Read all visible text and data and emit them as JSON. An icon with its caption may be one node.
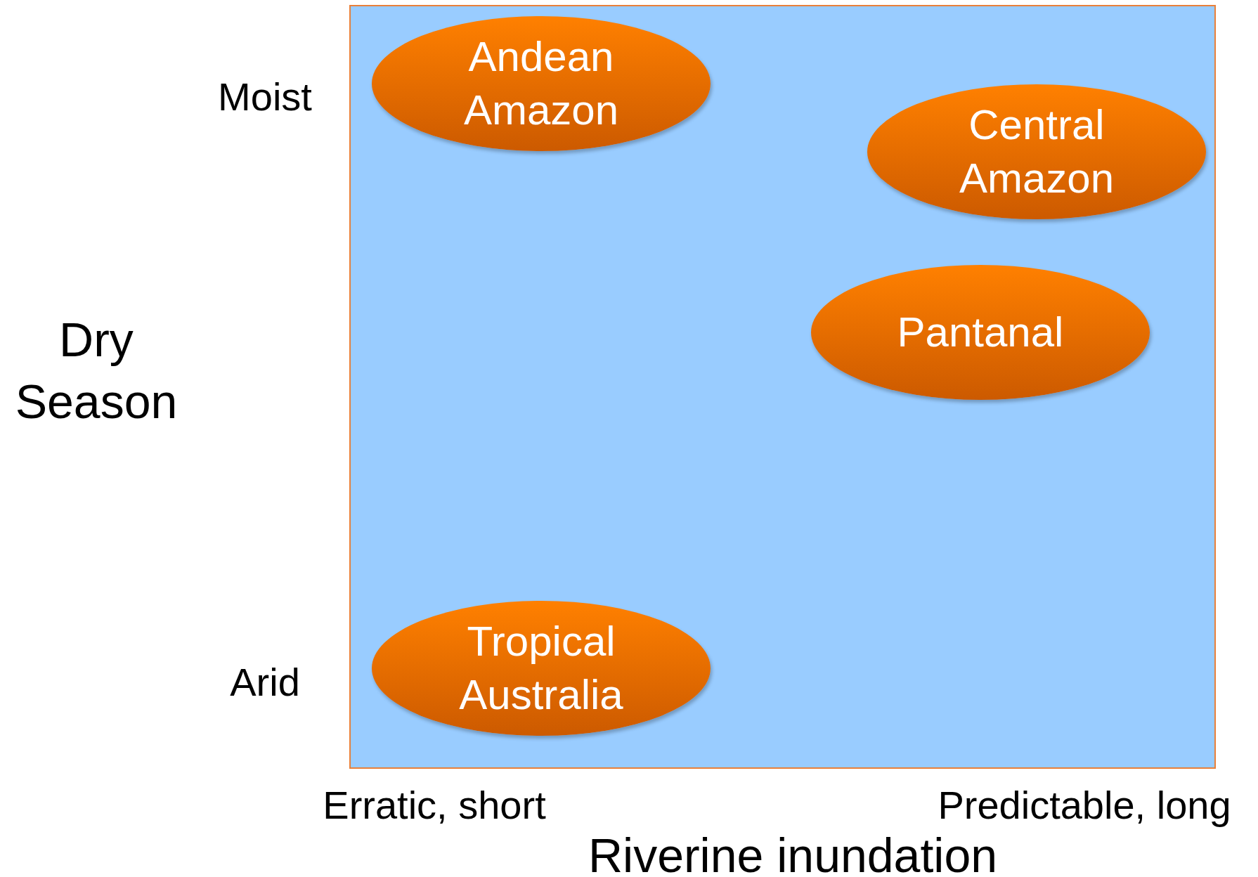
{
  "diagram": {
    "nodes": [
      {
        "text": [],
        "shape": "box"
      },
      {
        "text": [
          "Andean Amazon"
        ],
        "in": 0
      },
      {
        "text": [
          "Central Amazon"
        ],
        "in": 0
      },
      {
        "text": [
          "Pantanal"
        ],
        "in": 0
      },
      {
        "text": [
          "Tropical Australia"
        ],
        "in": 0
      }
    ],
    "edges": [],
    "labels": [
      "Moist",
      "Dry Season",
      "Arid",
      "Erratic, short",
      "Predictable, long",
      "Riverine inundation"
    ]
  }
}
